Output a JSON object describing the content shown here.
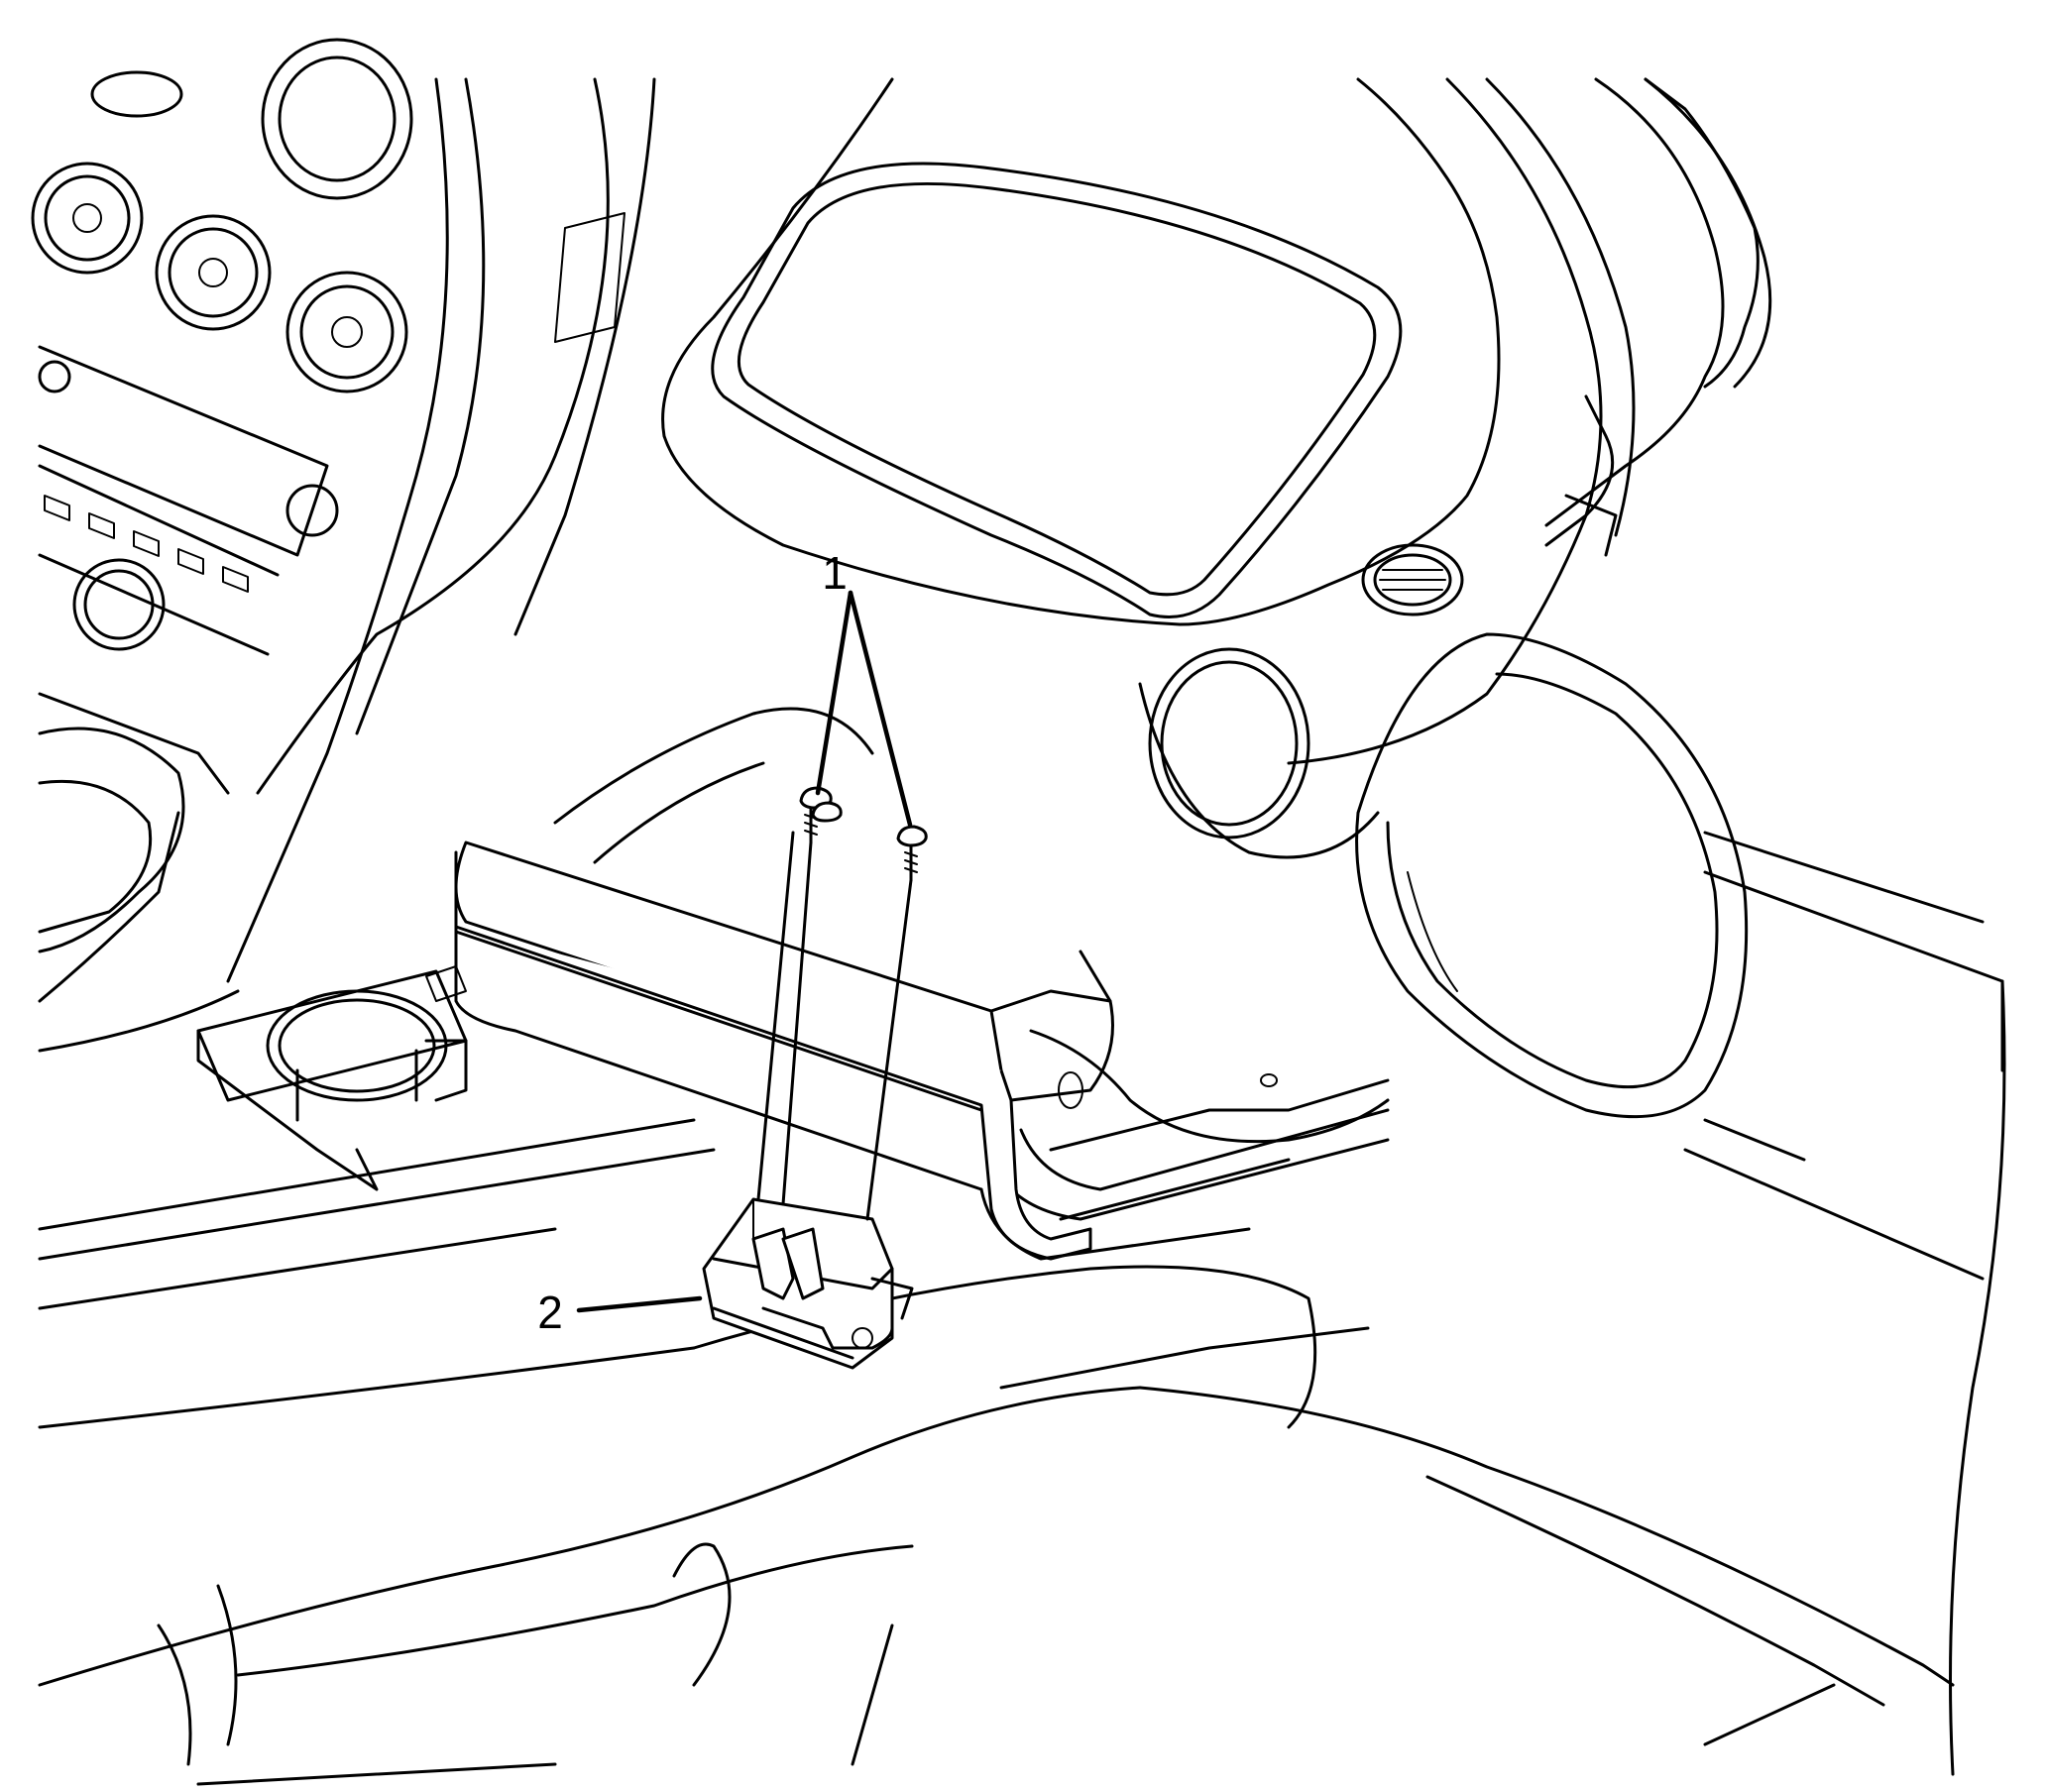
{
  "figure": {
    "description_hidden": false,
    "callouts": [
      {
        "id": "1",
        "label": "1"
      },
      {
        "id": "2",
        "label": "2"
      }
    ]
  },
  "colors": {
    "line": "#000000",
    "background": "#ffffff"
  }
}
